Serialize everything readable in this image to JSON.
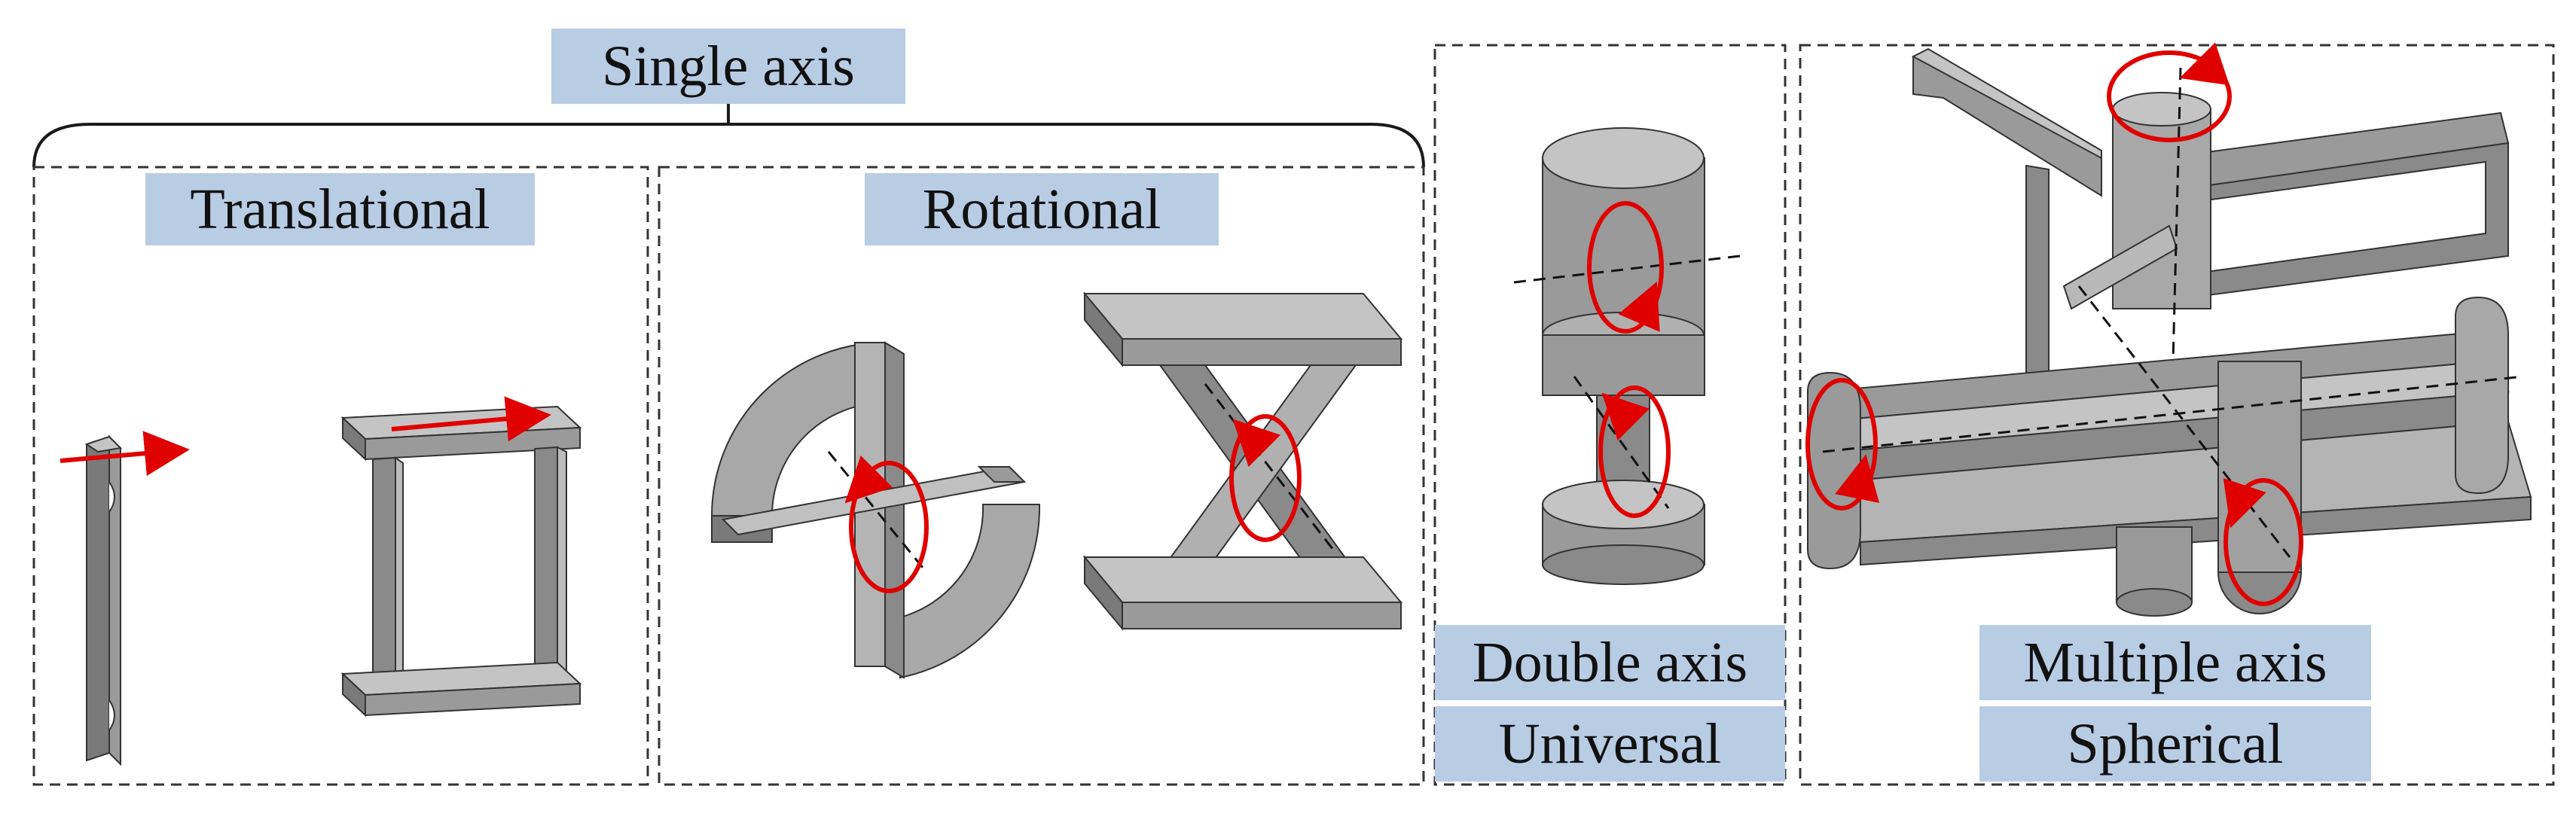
{
  "labels": {
    "single_axis": "Single axis",
    "translational": "Translational",
    "rotational": "Rotational",
    "double_axis": "Double axis",
    "universal": "Universal",
    "multiple_axis": "Multiple axis",
    "spherical": "Spherical"
  },
  "colors": {
    "label_fill": "#b8cce4",
    "body_gray": "#9a9a9a",
    "body_light": "#c4c4c4",
    "body_dark": "#7a7a7a",
    "arrow_red": "#e00000",
    "frame": "#333333"
  }
}
